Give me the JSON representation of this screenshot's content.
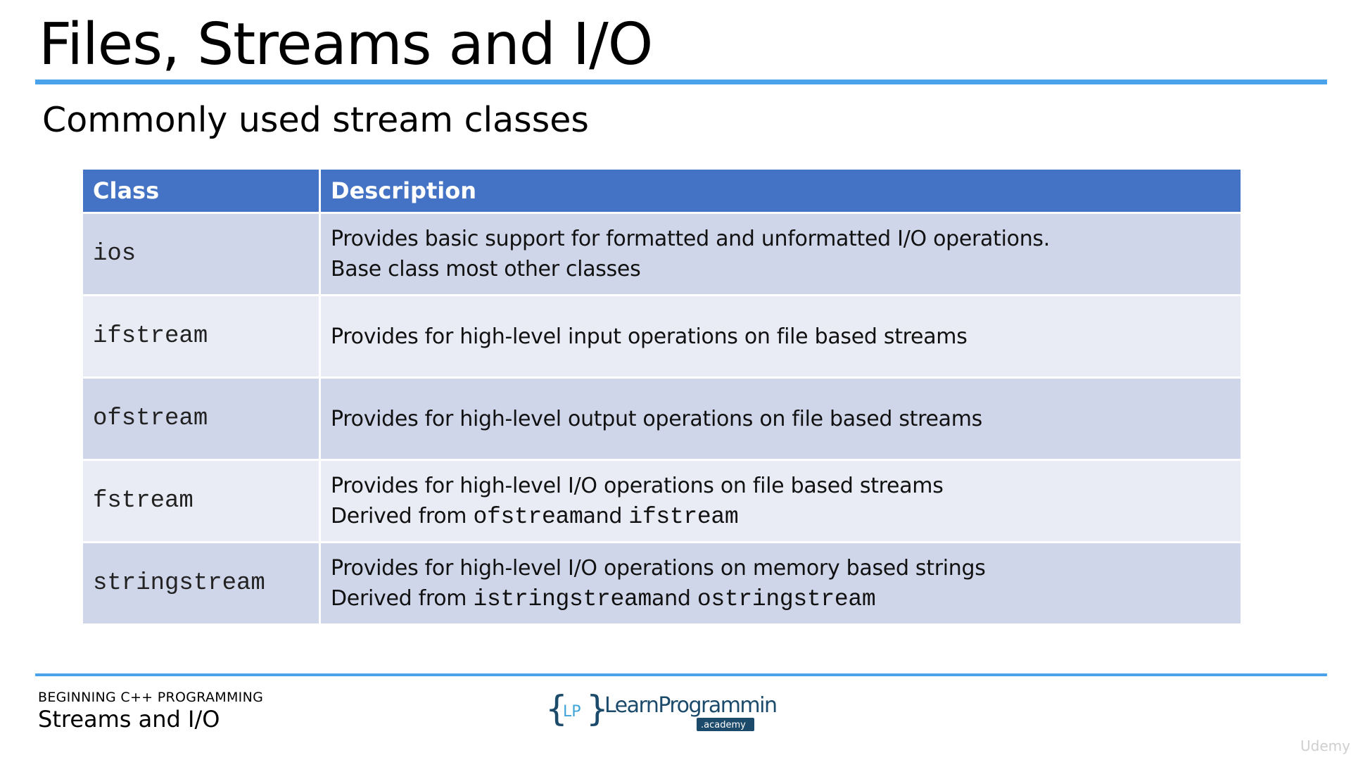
{
  "slide": {
    "title": "Files, Streams and I/O",
    "subtitle": "Commonly used stream classes"
  },
  "table": {
    "headers": [
      "Class",
      "Description"
    ],
    "rows": [
      {
        "class": "ios",
        "line1": "Provides basic support for formatted and unformatted I/O operations.",
        "line2": "Base class most other classes"
      },
      {
        "class": "ifstream",
        "line1": "Provides for high-level input operations on file based streams"
      },
      {
        "class": "ofstream",
        "line1": "Provides for high-level output operations on file based streams"
      },
      {
        "class": "fstream",
        "line1": "Provides for high-level I/O operations on file based streams",
        "line2_prefix": "Derived from",
        "line2_code_a": "ofstream",
        "line2_and": "and",
        "line2_code_b": "ifstream"
      },
      {
        "class": "stringstream",
        "line1": "Provides for high-level I/O operations on memory based strings",
        "line2_prefix": "Derived from",
        "line2_code_a": "istringstream",
        "line2_and": "and",
        "line2_code_b": "ostringstream"
      }
    ]
  },
  "footer": {
    "course": "BEGINNING C++ PROGRAMMING",
    "section": "Streams and I/O",
    "logo_text": "LearnProgramming",
    "logo_sub": ".academy",
    "logo_mark": "LP",
    "watermark": "Udemy"
  },
  "colors": {
    "accent_rule": "#4aa3ea",
    "header_fill": "#4472c4",
    "row_dark": "#d0d6e9",
    "row_light": "#e9ebf5"
  }
}
